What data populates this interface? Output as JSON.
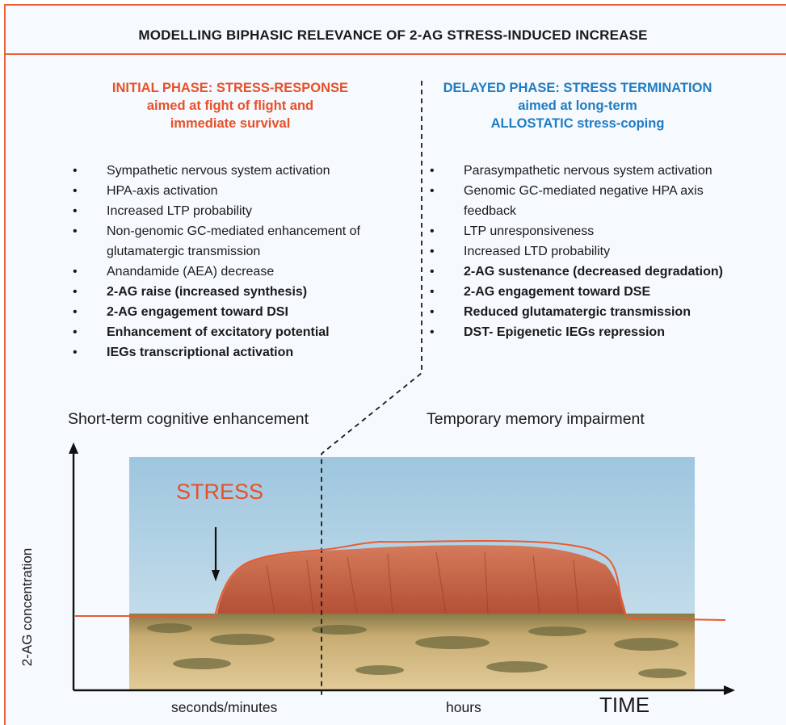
{
  "title": "MODELLING BIPHASIC RELEVANCE OF 2-AG STRESS-INDUCED  INCREASE",
  "colors": {
    "accent_initial": "#e5512a",
    "accent_delayed": "#1f7cc4",
    "frame_line": "#e8633a",
    "curve": "#ea5a2e"
  },
  "initial_phase": {
    "heading_lines": [
      "INITIAL PHASE: STRESS-RESPONSE",
      "aimed at fight of flight and",
      "immediate survival"
    ],
    "items": [
      {
        "text": "Sympathetic nervous system activation",
        "bold": false
      },
      {
        "text": "HPA-axis activation",
        "bold": false
      },
      {
        "text": "Increased LTP probability",
        "bold": false
      },
      {
        "text": "Non-genomic GC-mediated enhancement of glutamatergic transmission",
        "bold": false
      },
      {
        "text": "Anandamide (AEA) decrease",
        "bold": false
      },
      {
        "text": "2-AG raise (increased synthesis)",
        "bold": true
      },
      {
        "text": "2-AG engagement toward DSI",
        "bold": true
      },
      {
        "text": "Enhancement of excitatory potential",
        "bold": true
      },
      {
        "text": "IEGs transcriptional activation",
        "bold": true
      }
    ],
    "outcome": "Short-term cognitive enhancement"
  },
  "delayed_phase": {
    "heading_lines": [
      "DELAYED PHASE: STRESS TERMINATION",
      "aimed at long-term",
      "ALLOSTATIC stress-coping"
    ],
    "items": [
      {
        "text": "Parasympathetic nervous system activation",
        "bold": false
      },
      {
        "text": "Genomic GC-mediated negative HPA axis feedback",
        "bold": false
      },
      {
        "text": "LTP unresponsiveness",
        "bold": false
      },
      {
        "text": "Increased LTD probability",
        "bold": false
      },
      {
        "text": "2-AG sustenance (decreased degradation)",
        "bold": true
      },
      {
        "text": "2-AG engagement toward DSE",
        "bold": true
      },
      {
        "text": "Reduced glutamatergic transmission",
        "bold": true
      },
      {
        "text": "DST- Epigenetic  IEGs repression",
        "bold": true
      }
    ],
    "outcome": "Temporary memory impairment"
  },
  "graph": {
    "y_axis_label": "2-AG concentration",
    "x_ticks": [
      "seconds/minutes",
      "hours"
    ],
    "x_axis_label": "TIME",
    "stress_label": "STRESS",
    "background_image": "outback-rock-landscape-photo"
  }
}
